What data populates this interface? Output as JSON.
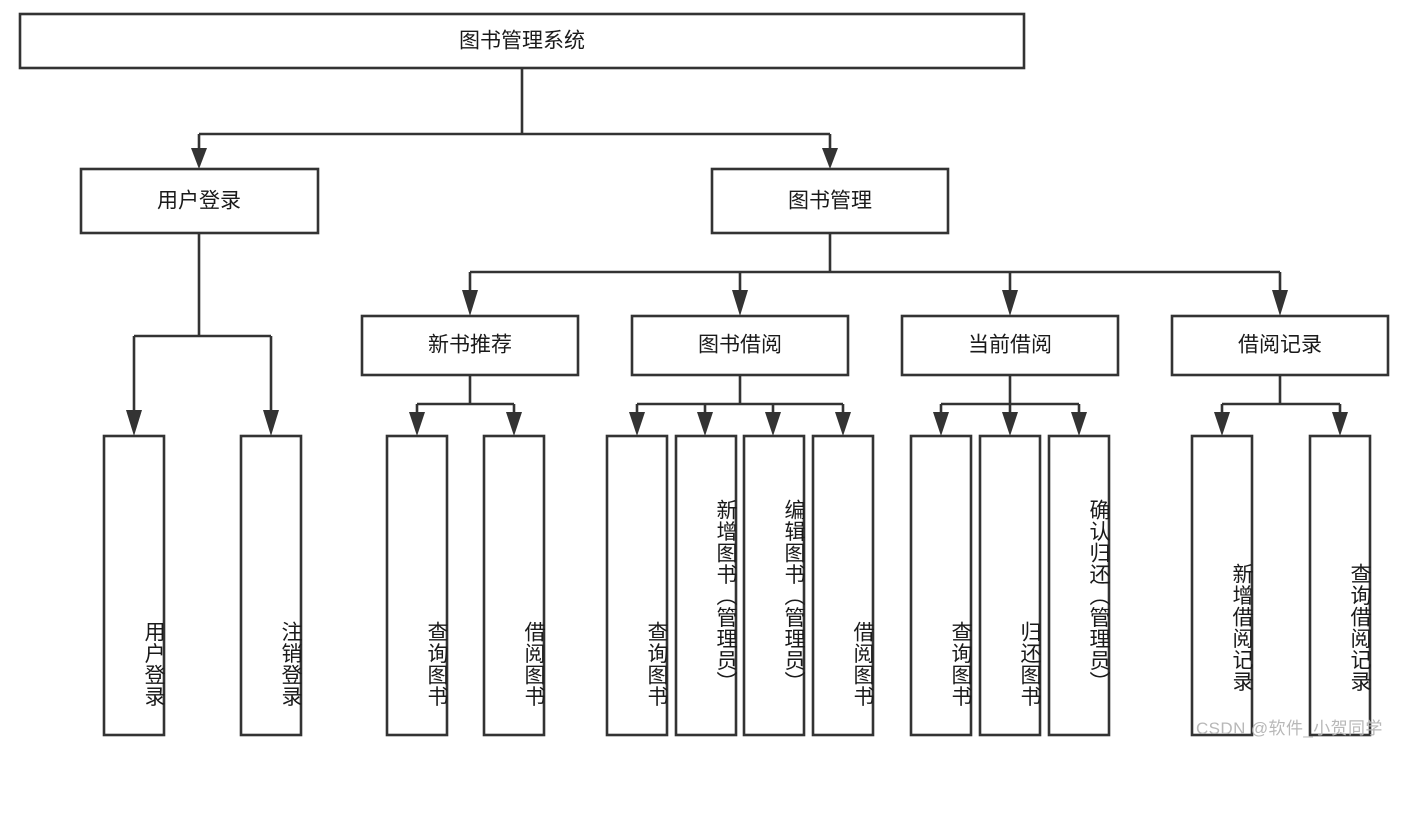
{
  "diagram": {
    "title": "图书管理系统",
    "type": "hierarchy-tree",
    "watermark": "CSDN @软件_小贺同学",
    "colors": {
      "stroke": "#333333",
      "fill": "#ffffff",
      "text": "#1a1a1a",
      "watermark": "#b8b8b8"
    },
    "levels": {
      "root": {
        "label": "图书管理系统"
      },
      "level2": [
        {
          "label": "用户登录"
        },
        {
          "label": "图书管理"
        }
      ],
      "level3": [
        {
          "label": "新书推荐"
        },
        {
          "label": "图书借阅"
        },
        {
          "label": "当前借阅"
        },
        {
          "label": "借阅记录"
        }
      ],
      "level4": [
        {
          "label": "用户登录",
          "parent": "用户登录"
        },
        {
          "label": "注销登录",
          "parent": "用户登录"
        },
        {
          "label": "查询图书",
          "parent": "新书推荐"
        },
        {
          "label": "借阅图书",
          "parent": "新书推荐"
        },
        {
          "label": "查询图书",
          "parent": "图书借阅"
        },
        {
          "label": "新增图书（管理员）",
          "parent": "图书借阅"
        },
        {
          "label": "编辑图书（管理员）",
          "parent": "图书借阅"
        },
        {
          "label": "借阅图书",
          "parent": "图书借阅"
        },
        {
          "label": "查询图书",
          "parent": "当前借阅"
        },
        {
          "label": "归还图书",
          "parent": "当前借阅"
        },
        {
          "label": "确认归还（管理员）",
          "parent": "当前借阅"
        },
        {
          "label": "新增借阅记录",
          "parent": "借阅记录"
        },
        {
          "label": "查询借阅记录",
          "parent": "借阅记录"
        }
      ]
    }
  }
}
